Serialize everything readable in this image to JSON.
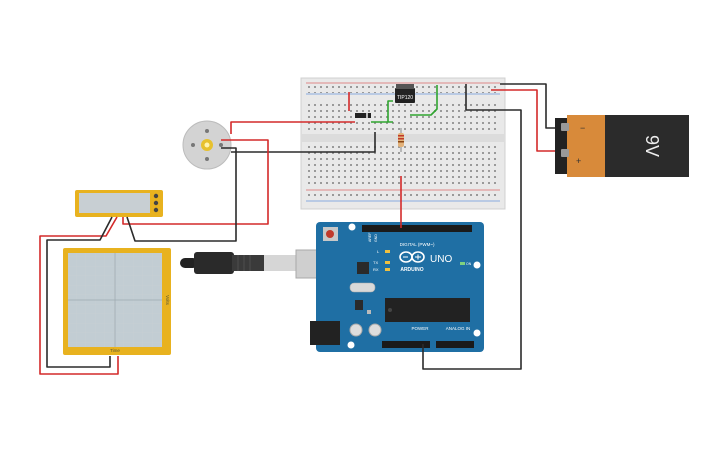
{
  "components": {
    "transistor": {
      "label": "TIP120"
    },
    "battery": {
      "label": "9V",
      "plus": "+",
      "minus": "−"
    },
    "arduino": {
      "brand": "ARDUINO",
      "model": "UNO",
      "header_digital": "DIGITAL (PWM~)",
      "header_power": "POWER",
      "header_analog": "ANALOG IN",
      "aref": "AREF",
      "gnd": "GND",
      "tx": "TX",
      "rx": "RX",
      "led_l": "L",
      "on": "ON"
    },
    "oscilloscope": {
      "x_label": "Time",
      "y_label": "Volts"
    }
  },
  "colors": {
    "wire_red": "#d42a2a",
    "wire_black": "#2b2b2b",
    "wire_green": "#2fa52f",
    "arduino_blue": "#1f6fa4",
    "battery_orange": "#d88a3a",
    "instrument_yellow": "#e8b21f",
    "breadboard": "#e9e9e9"
  }
}
